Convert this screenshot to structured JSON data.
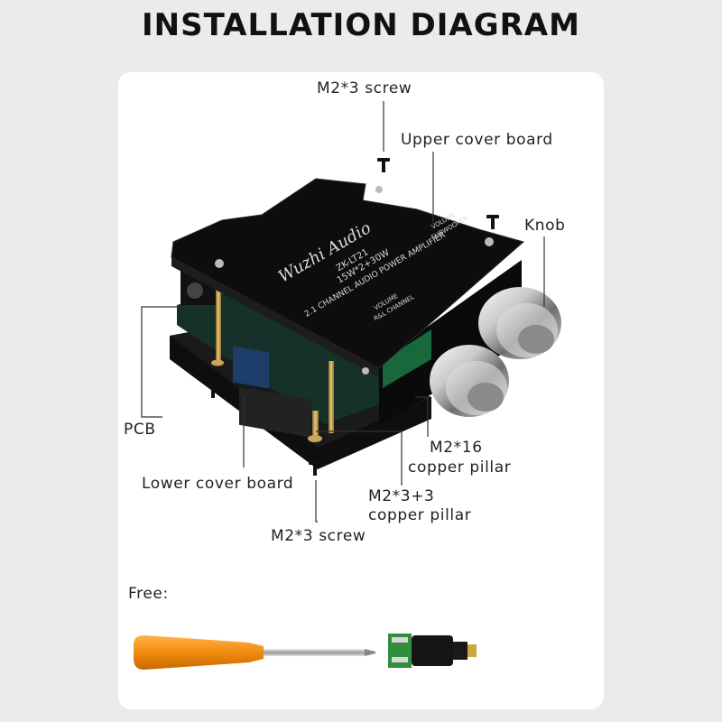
{
  "title": "INSTALLATION DIAGRAM",
  "board_print": {
    "brand": "Wuzhi Audio",
    "model": "ZK-LT21",
    "spec": "15W*2+30W",
    "description": "2.1 CHANNEL AUDIO POWER AMPLIFIER",
    "volume_left": "VOLUME",
    "channel_left": "R&L CHANNEL",
    "volume_right": "VOLUME",
    "channel_right": "SUBWOOFER"
  },
  "labels": {
    "top_screw": "M2*3 screw",
    "upper_cover": "Upper cover board",
    "knob": "Knob",
    "pcb": "PCB",
    "lower_cover": "Lower cover board",
    "pillar16_line1": "M2*16",
    "pillar16_line2": "copper pillar",
    "pillar33_line1": "M2*3+3",
    "pillar33_line2": "copper pillar",
    "bottom_screw": "M2*3 screw"
  },
  "free": {
    "label": "Free:",
    "items": [
      "screwdriver",
      "dc-power-connector"
    ]
  }
}
